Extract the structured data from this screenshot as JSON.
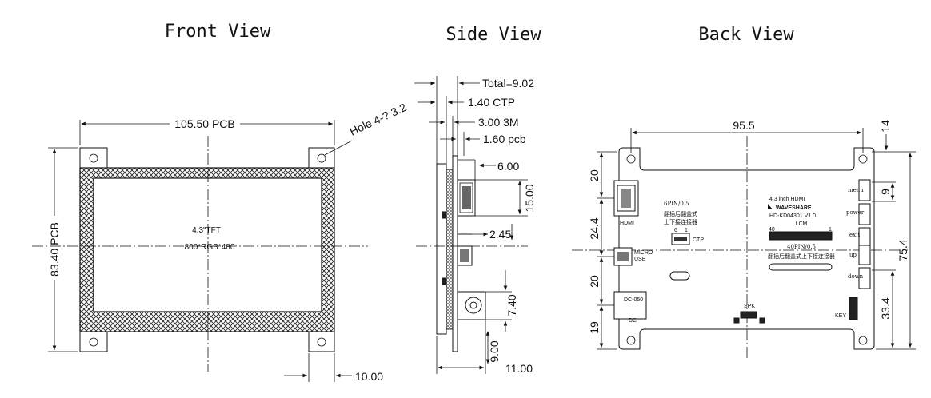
{
  "titles": {
    "front": "Front View",
    "side": "Side View",
    "back": "Back View"
  },
  "front": {
    "pcb_width": "105.50 PCB",
    "pcb_height": "83.40 PCB",
    "hole": "Hole 4-? 3.2",
    "bottom_offset": "10.00",
    "tft_line1": "4.3\"TFT",
    "tft_line2": "800*RGB*480"
  },
  "side": {
    "total": "Total=9.02",
    "ctp": "1.40 CTP",
    "m3": "3.00 3M",
    "pcb": "1.60 pcb",
    "d600": "6.00",
    "d1500": "15.00",
    "d245": "2.45",
    "d740": "7.40",
    "d900": "9.00",
    "d1100": "11.00"
  },
  "back": {
    "d955": "95.5",
    "d14": "14",
    "d20a": "20",
    "d244": "24.4",
    "d20b": "20",
    "d19": "19",
    "d9": "9",
    "d754": "75.4",
    "d334": "33.4",
    "hdmi": "HDMI",
    "micro": "MICRO",
    "usb": "USB",
    "dc050": "DC-050",
    "dc": "DC",
    "fpin": "6PIN/0.5",
    "fpin_cn1": "翻插后翻盖式",
    "fpin_cn2": "上下接连接器",
    "ctp_pins_6": "6",
    "ctp_pins_1": "1",
    "ctp": "CTP",
    "board_title": "4.3 inch HDMI",
    "brand": "WAVESHARE",
    "model": "HD-KD04301 V1.0",
    "lcm": "LCM",
    "lcm40": "40",
    "lcm1": "1",
    "lcm_pin": "40PIN/0.5",
    "lcm_cn": "翻插后翻盖式上下接连接器",
    "spk": "SPK",
    "key": "KEY",
    "btn_menu": "menu",
    "btn_power": "power",
    "btn_exit": "exit",
    "btn_up": "up",
    "btn_down": "down"
  }
}
